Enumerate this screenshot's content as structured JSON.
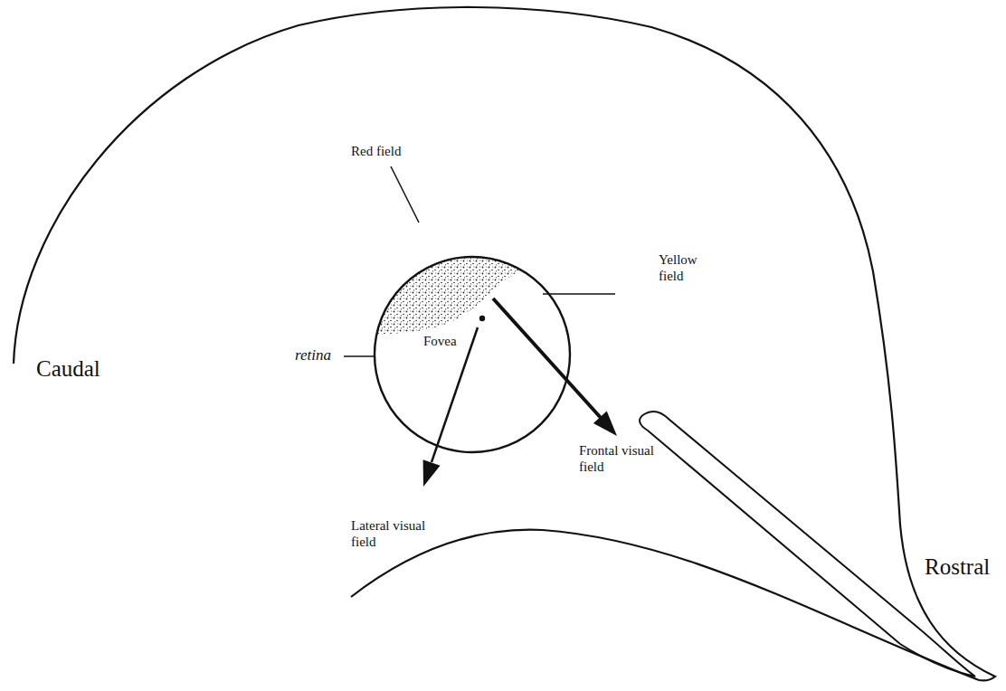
{
  "diagram": {
    "labels": [
      "Red field",
      "Yellow field",
      "Fovea",
      "retina",
      "Caudal",
      "Rostral",
      "Frontal visual field",
      "Lateral visual field"
    ]
  }
}
